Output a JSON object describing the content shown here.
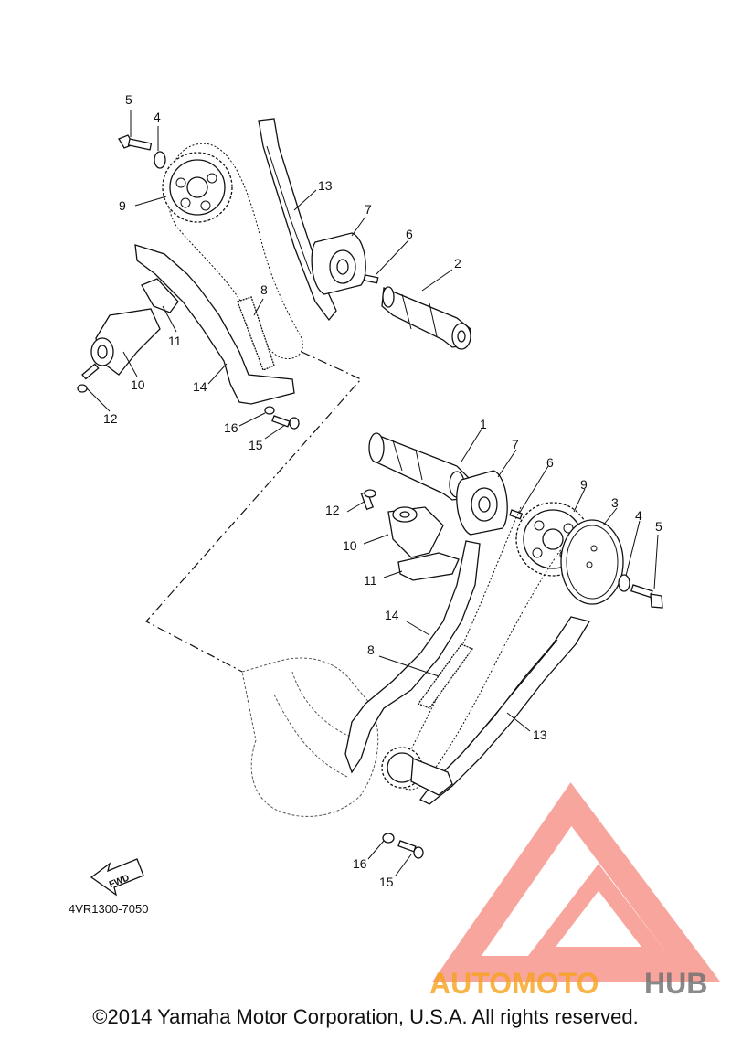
{
  "callouts": {
    "top": [
      {
        "id": "5",
        "label": "5"
      },
      {
        "id": "4",
        "label": "4"
      },
      {
        "id": "9",
        "label": "9"
      },
      {
        "id": "13",
        "label": "13"
      },
      {
        "id": "7",
        "label": "7"
      },
      {
        "id": "6",
        "label": "6"
      },
      {
        "id": "2",
        "label": "2"
      },
      {
        "id": "8",
        "label": "8"
      },
      {
        "id": "11",
        "label": "11"
      },
      {
        "id": "10",
        "label": "10"
      },
      {
        "id": "14",
        "label": "14"
      },
      {
        "id": "12",
        "label": "12"
      },
      {
        "id": "16",
        "label": "16"
      },
      {
        "id": "15",
        "label": "15"
      }
    ],
    "bottom": [
      {
        "id": "1",
        "label": "1"
      },
      {
        "id": "7",
        "label": "7"
      },
      {
        "id": "6",
        "label": "6"
      },
      {
        "id": "9",
        "label": "9"
      },
      {
        "id": "3",
        "label": "3"
      },
      {
        "id": "4",
        "label": "4"
      },
      {
        "id": "5",
        "label": "5"
      },
      {
        "id": "12",
        "label": "12"
      },
      {
        "id": "10",
        "label": "10"
      },
      {
        "id": "11",
        "label": "11"
      },
      {
        "id": "14",
        "label": "14"
      },
      {
        "id": "8",
        "label": "8"
      },
      {
        "id": "13",
        "label": "13"
      },
      {
        "id": "16",
        "label": "16"
      },
      {
        "id": "15",
        "label": "15"
      }
    ]
  },
  "fwd_label": "FWD",
  "diagram_code": "4VR1300-7050",
  "watermark": {
    "text_orange": "AUTOMOTO",
    "text_grey": "HUB",
    "color_red": "#f04e3e",
    "color_orange": "#f7a21b",
    "color_grey": "#6d6e70"
  },
  "copyright": "©2014 Yamaha Motor Corporation, U.S.A. All rights reserved."
}
